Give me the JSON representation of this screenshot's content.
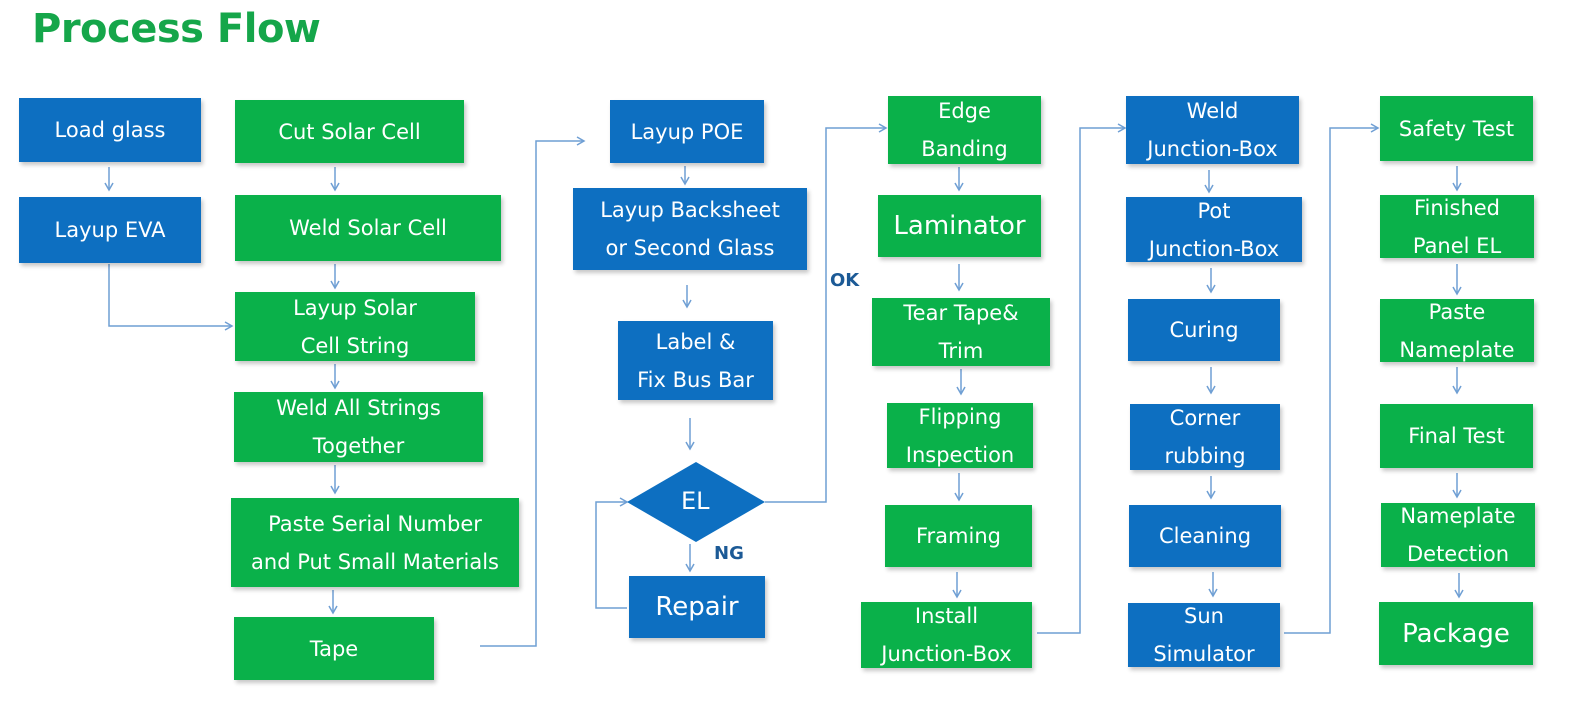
{
  "title": "Process Flow",
  "colors": {
    "green": "#0ab14a",
    "blue": "#0d6fc1",
    "arrow": "#6f9fd4",
    "title": "#15a64a"
  },
  "steps": {
    "load_glass": "Load glass",
    "layup_eva": "Layup EVA",
    "cut_solar_cell": "Cut Solar Cell",
    "weld_solar_cell": "Weld Solar Cell",
    "layup_string": [
      "Layup Solar",
      "Cell String"
    ],
    "weld_strings": [
      "Weld All Strings",
      "Together"
    ],
    "paste_serial": [
      "Paste Serial Number",
      "and Put Small Materials"
    ],
    "tape": "Tape",
    "layup_poe": "Layup POE",
    "layup_backsheet": [
      "Layup Backsheet",
      "or Second Glass"
    ],
    "label_busbar": [
      "Label &",
      "Fix Bus Bar"
    ],
    "el": "EL",
    "repair": "Repair",
    "edge_banding": [
      "Edge",
      "Banding"
    ],
    "laminator": "Laminator",
    "tear_tape": [
      "Tear Tape&",
      "Trim"
    ],
    "flipping": [
      "Flipping",
      "Inspection"
    ],
    "framing": "Framing",
    "install_jbox": [
      "Install",
      "Junction-Box"
    ],
    "weld_jbox": [
      "Weld",
      "Junction-Box"
    ],
    "pot_jbox": [
      "Pot",
      "Junction-Box"
    ],
    "curing": "Curing",
    "corner_rubbing": [
      "Corner",
      "rubbing"
    ],
    "cleaning": "Cleaning",
    "sun_simulator": [
      "Sun",
      "Simulator"
    ],
    "safety_test": "Safety Test",
    "finished_el": [
      "Finished",
      "Panel EL"
    ],
    "paste_nameplate": [
      "Paste",
      "Nameplate"
    ],
    "final_test": "Final Test",
    "nameplate_detection": [
      "Nameplate",
      "Detection"
    ],
    "package": "Package"
  },
  "labels": {
    "ok": "OK",
    "ng": "NG"
  }
}
